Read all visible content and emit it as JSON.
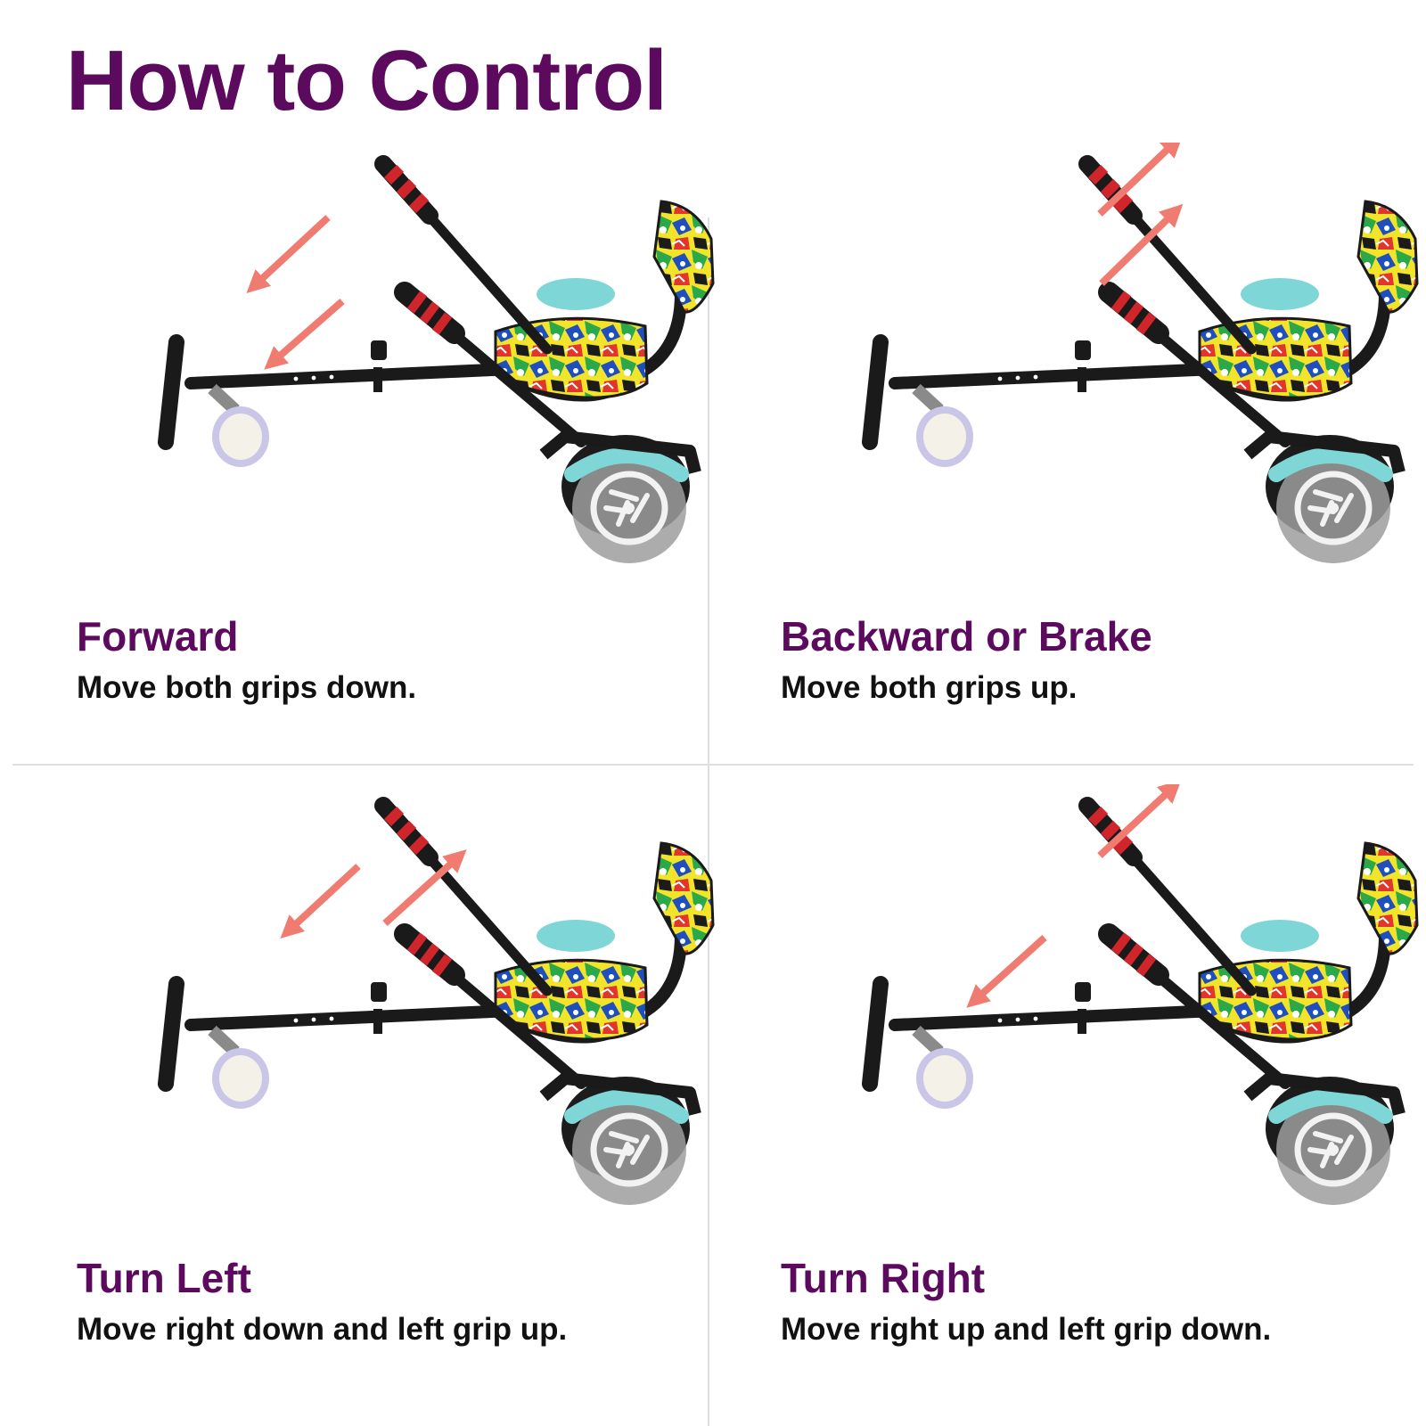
{
  "title": "How to Control",
  "colors": {
    "title": "#5c0a5e",
    "heading": "#5c0a5e",
    "description": "#111111",
    "arrow": "#f07b70",
    "divider": "#e0dce6",
    "frame": "#1a1a1a",
    "grip": "#d0262b",
    "wheel": "#9d9d9d",
    "wheel_light": "#7fd6d6",
    "caster": "#c9c6e8"
  },
  "panels": [
    {
      "id": "forward",
      "heading": "Forward",
      "description": "Move both grips down.",
      "arrows": "both-down",
      "icon": "go-kart-illustration"
    },
    {
      "id": "backward",
      "heading": "Backward or Brake",
      "description": "Move both grips up.",
      "arrows": "both-up",
      "icon": "go-kart-illustration"
    },
    {
      "id": "turn-left",
      "heading": "Turn Left",
      "description": "Move right down and left grip up.",
      "arrows": "right-down-left-up",
      "icon": "go-kart-illustration"
    },
    {
      "id": "turn-right",
      "heading": "Turn Right",
      "description": "Move right up and left grip down.",
      "arrows": "right-up-left-down",
      "icon": "go-kart-illustration"
    }
  ]
}
